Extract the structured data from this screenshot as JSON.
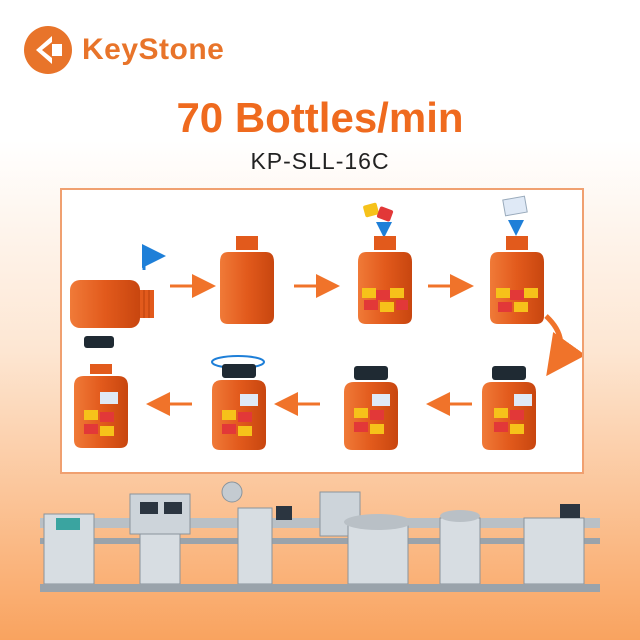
{
  "brand": {
    "name": "KeyStone",
    "color": "#e8742a",
    "logo_icon": "arrow-diamond-logo"
  },
  "headline": "70 Bottles/min",
  "model": "KP-SLL-16C",
  "colors": {
    "accent": "#ef6a1e",
    "bottle": "#e05a1a",
    "cap": "#1f2a33",
    "arrow": "#f0732a",
    "panel_border": "#f0a070"
  },
  "process_steps": [
    {
      "step": 1,
      "icon": "bottle-lying-icon"
    },
    {
      "step": 2,
      "icon": "empty-bottle-icon"
    },
    {
      "step": 3,
      "icon": "fill-gummies-icon"
    },
    {
      "step": 4,
      "icon": "insert-desiccant-icon"
    },
    {
      "step": 5,
      "icon": "place-cap-icon"
    },
    {
      "step": 6,
      "icon": "capped-bottle-icon"
    },
    {
      "step": 7,
      "icon": "screw-cap-icon"
    },
    {
      "step": 8,
      "icon": "finished-bottle-icon"
    }
  ]
}
